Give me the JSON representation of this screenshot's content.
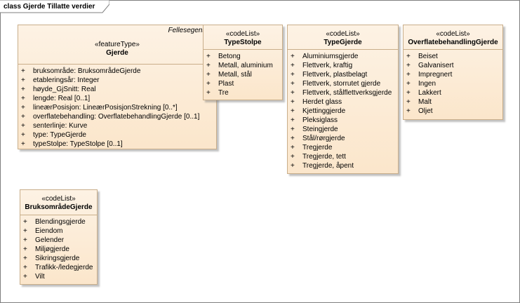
{
  "frame": {
    "title": "class Gjerde Tillatte verdier"
  },
  "classes": {
    "gjerde": {
      "tag": "Fellesegenska",
      "stereotype": "«featureType»",
      "name": "Gjerde",
      "attributes": [
        {
          "vis": "+",
          "text": "bruksområde: BruksområdeGjerde"
        },
        {
          "vis": "+",
          "text": "etableringsår: Integer"
        },
        {
          "vis": "+",
          "text": "høyde_GjSnitt: Real"
        },
        {
          "vis": "+",
          "text": "lengde: Real [0..1]"
        },
        {
          "vis": "+",
          "text": "lineærPosisjon: LineærPosisjonStrekning [0..*]"
        },
        {
          "vis": "+",
          "text": "overflatebehandling: OverflatebehandlingGjerde [0..1]"
        },
        {
          "vis": "+",
          "text": "senterlinje: Kurve"
        },
        {
          "vis": "+",
          "text": "type: TypeGjerde"
        },
        {
          "vis": "+",
          "text": "typeStolpe: TypeStolpe [0..1]"
        }
      ]
    },
    "typeStolpe": {
      "stereotype": "«codeList»",
      "name": "TypeStolpe",
      "attributes": [
        {
          "vis": "+",
          "text": "Betong"
        },
        {
          "vis": "+",
          "text": "Metall, aluminium"
        },
        {
          "vis": "+",
          "text": "Metall, stål"
        },
        {
          "vis": "+",
          "text": "Plast"
        },
        {
          "vis": "+",
          "text": "Tre"
        }
      ]
    },
    "typeGjerde": {
      "stereotype": "«codeList»",
      "name": "TypeGjerde",
      "attributes": [
        {
          "vis": "+",
          "text": "Aluminiumsgjerde"
        },
        {
          "vis": "+",
          "text": "Flettverk, kraftig"
        },
        {
          "vis": "+",
          "text": "Flettverk, plastbelagt"
        },
        {
          "vis": "+",
          "text": "Flettverk, storrutet gjerde"
        },
        {
          "vis": "+",
          "text": "Flettverk, stålflettverksgjerde"
        },
        {
          "vis": "+",
          "text": "Herdet glass"
        },
        {
          "vis": "+",
          "text": "Kjettinggjerde"
        },
        {
          "vis": "+",
          "text": "Pleksiglass"
        },
        {
          "vis": "+",
          "text": "Steingjerde"
        },
        {
          "vis": "+",
          "text": "Stål/rørgjerde"
        },
        {
          "vis": "+",
          "text": "Tregjerde"
        },
        {
          "vis": "+",
          "text": "Tregjerde, tett"
        },
        {
          "vis": "+",
          "text": "Tregjerde, åpent"
        }
      ]
    },
    "overflate": {
      "stereotype": "«codeList»",
      "name": "OverflatebehandlingGjerde",
      "attributes": [
        {
          "vis": "+",
          "text": "Beiset"
        },
        {
          "vis": "+",
          "text": "Galvanisert"
        },
        {
          "vis": "+",
          "text": "Impregnert"
        },
        {
          "vis": "+",
          "text": "Ingen"
        },
        {
          "vis": "+",
          "text": "Lakkert"
        },
        {
          "vis": "+",
          "text": "Malt"
        },
        {
          "vis": "+",
          "text": "Oljet"
        }
      ]
    },
    "bruksomrade": {
      "stereotype": "«codeList»",
      "name": "BruksområdeGjerde",
      "attributes": [
        {
          "vis": "+",
          "text": "Blendingsgjerde"
        },
        {
          "vis": "+",
          "text": "Eiendom"
        },
        {
          "vis": "+",
          "text": "Gelender"
        },
        {
          "vis": "+",
          "text": "Miljøgjerde"
        },
        {
          "vis": "+",
          "text": "Sikringsgjerde"
        },
        {
          "vis": "+",
          "text": "Trafikk-/ledegjerde"
        },
        {
          "vis": "+",
          "text": "Vilt"
        }
      ]
    }
  }
}
